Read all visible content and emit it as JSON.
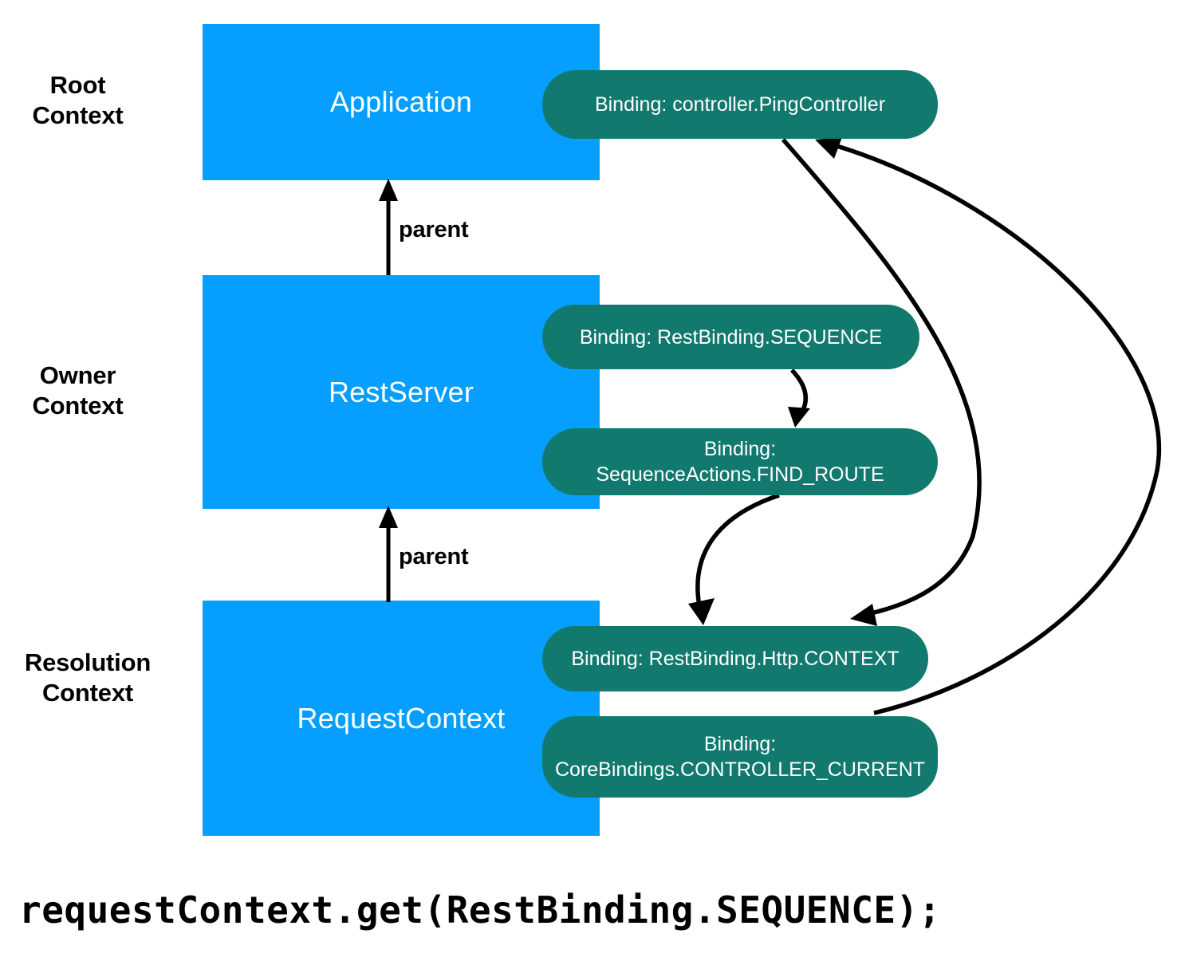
{
  "diagram": {
    "title_caption": "requestContext.get(RestBinding.SEQUENCE);",
    "colors": {
      "context_box": "#069FFF",
      "binding_pill": "#11796E",
      "arrow": "#000000",
      "background": "#FFFFFF",
      "text_on_fill": "#FFFFFF",
      "text": "#000000"
    },
    "side_labels": [
      {
        "id": "root",
        "text": "Root\nContext"
      },
      {
        "id": "owner",
        "text": "Owner\nContext"
      },
      {
        "id": "resolution",
        "text": "Resolution\nContext"
      }
    ],
    "contexts": [
      {
        "id": "application",
        "label": "Application"
      },
      {
        "id": "restserver",
        "label": "RestServer"
      },
      {
        "id": "requestcontext",
        "label": "RequestContext"
      }
    ],
    "bindings": [
      {
        "id": "ping",
        "label": "Binding: controller.PingController"
      },
      {
        "id": "sequence",
        "label": "Binding: RestBinding.SEQUENCE"
      },
      {
        "id": "findroute",
        "label": "Binding: SequenceActions.FIND_ROUTE"
      },
      {
        "id": "httpcontext",
        "label": "Binding: RestBinding.Http.CONTEXT"
      },
      {
        "id": "controller_current",
        "label": "Binding:\nCoreBindings.CONTROLLER_CURRENT"
      }
    ],
    "relations": [
      {
        "id": "parent-1",
        "label": "parent",
        "from": "restserver",
        "to": "application"
      },
      {
        "id": "parent-2",
        "label": "parent",
        "from": "requestcontext",
        "to": "restserver"
      }
    ],
    "dependency_edges": [
      {
        "from": "sequence",
        "to": "findroute"
      },
      {
        "from": "findroute",
        "to": "httpcontext"
      },
      {
        "from": "ping",
        "to": "httpcontext"
      },
      {
        "from": "controller_current",
        "to": "ping"
      }
    ]
  }
}
